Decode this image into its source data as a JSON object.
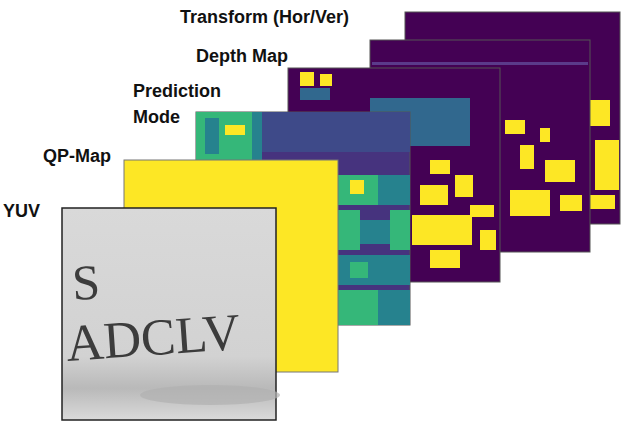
{
  "diagram": {
    "nodes": [
      {
        "text": [
          "Transform (Hor/Ver)"
        ]
      },
      {
        "text": [
          "Depth Map"
        ]
      },
      {
        "text": [
          "Prediction Mode"
        ]
      },
      {
        "text": [
          "QP-Map"
        ]
      },
      {
        "text": [
          "YUV"
        ]
      }
    ],
    "labels": [
      "S",
      "ADCLV"
    ]
  }
}
